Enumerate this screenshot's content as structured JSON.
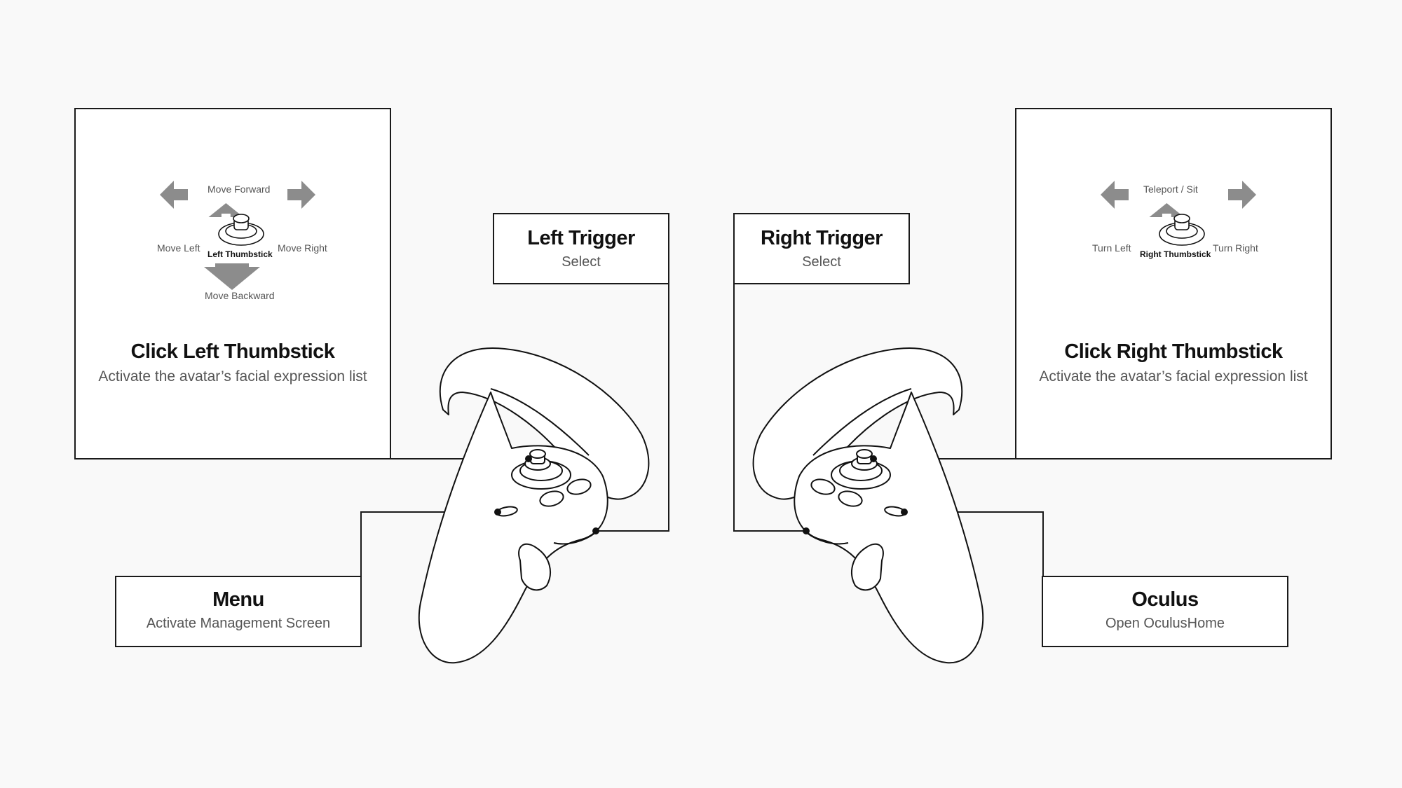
{
  "left_thumbstick": {
    "title": "Click Left Thumbstick",
    "desc": "Activate the avatar’s facial expression list",
    "center": "Left Thumbstick",
    "up": "Move Forward",
    "left": "Move Left",
    "right": "Move Right",
    "down": "Move Backward"
  },
  "right_thumbstick": {
    "title": "Click Right Thumbstick",
    "desc": "Activate the avatar’s facial expression list",
    "center": "Right Thumbstick",
    "up": "Teleport / Sit",
    "left": "Turn Left",
    "right": "Turn Right"
  },
  "left_trigger": {
    "title": "Left Trigger",
    "desc": "Select"
  },
  "right_trigger": {
    "title": "Right Trigger",
    "desc": "Select"
  },
  "menu": {
    "title": "Menu",
    "desc": "Activate Management Screen"
  },
  "oculus": {
    "title": "Oculus",
    "desc": "Open OculusHome"
  },
  "colors": {
    "arrow": "#8c8c8c",
    "line": "#1a1a1a",
    "background": "#f9f9f9"
  }
}
